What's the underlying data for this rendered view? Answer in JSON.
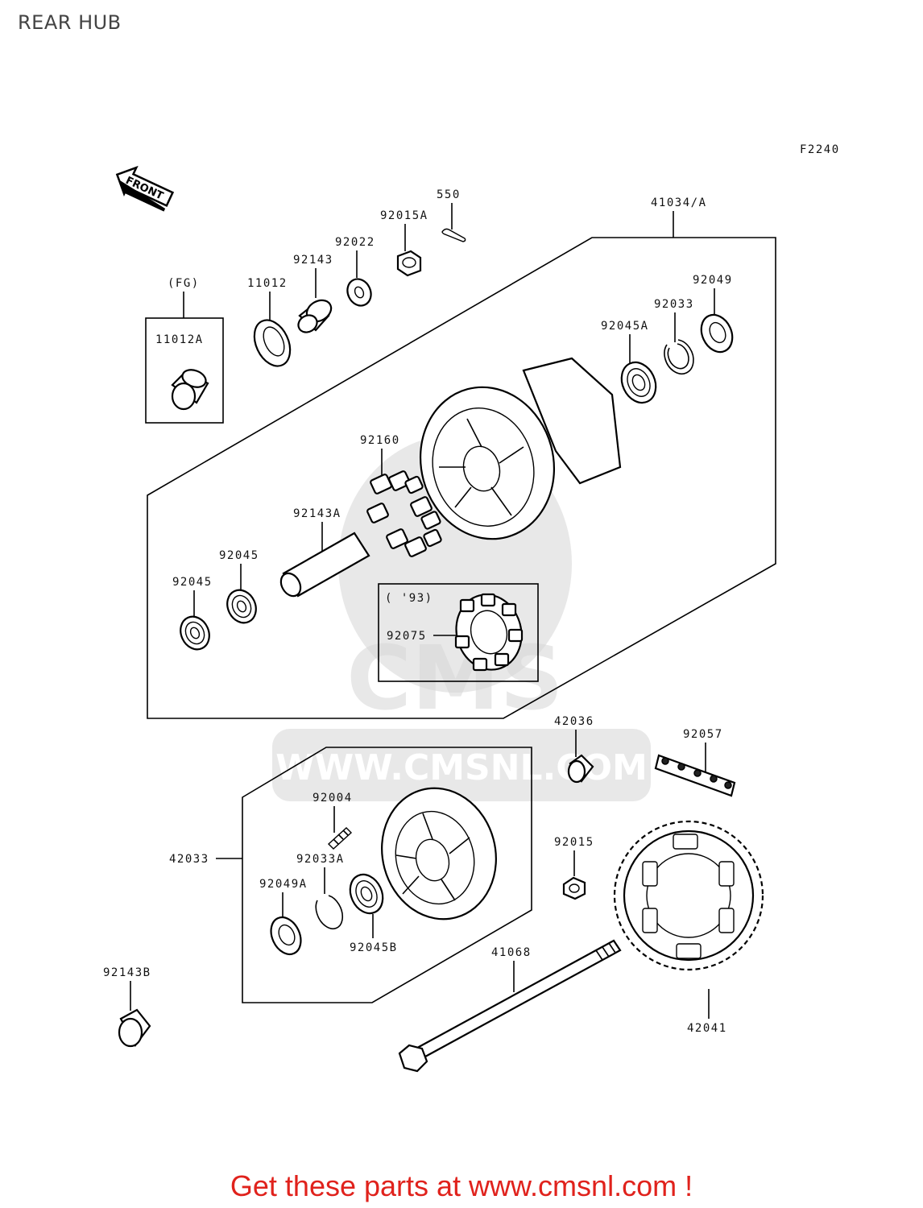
{
  "title": "REAR HUB",
  "figure_code": "F2240",
  "front_arrow_label": "FRONT",
  "watermark": {
    "brand": "CMS",
    "url": "WWW.CMSNL.COM"
  },
  "banner": "Get these parts at www.cmsnl.com !",
  "labels": {
    "p550": "550",
    "p92015A": "92015A",
    "p41034A": "41034/A",
    "p92022": "92022",
    "p92143": "92143",
    "p11012": "11012",
    "pFG": "(FG)",
    "p11012A": "11012A",
    "p92049": "92049",
    "p92033": "92033",
    "p92045A": "92045A",
    "p92160": "92160",
    "p92143A": "92143A",
    "p92045_1": "92045",
    "p92045_2": "92045",
    "p93": "( '93)",
    "p92075": "92075",
    "p42036": "42036",
    "p92057": "92057",
    "p92004": "92004",
    "p42033": "42033",
    "p92033A": "92033A",
    "p92049A": "92049A",
    "p92045B": "92045B",
    "p92015": "92015",
    "p41068": "41068",
    "p92143B": "92143B",
    "p42041": "42041"
  }
}
